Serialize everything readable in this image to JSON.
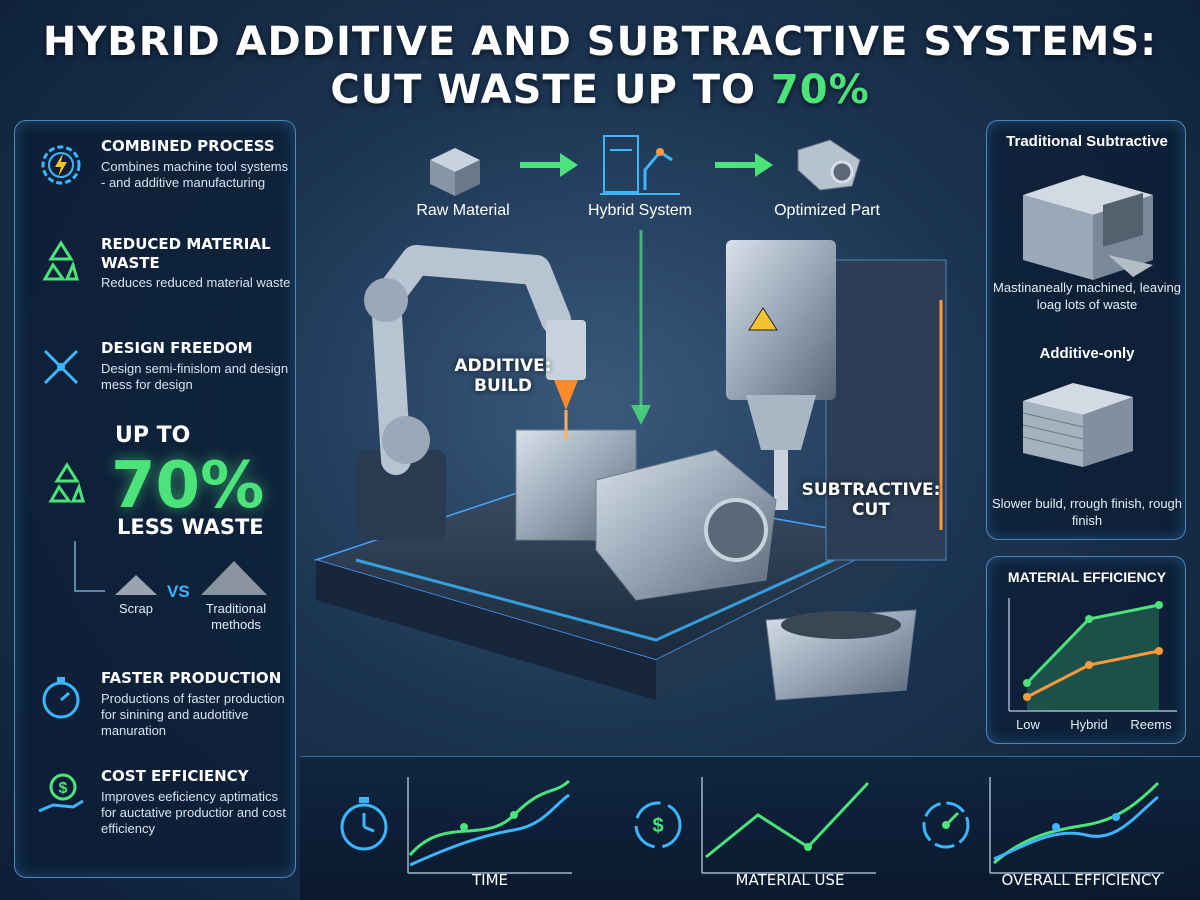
{
  "title": {
    "line1": "HYBRID ADDITIVE AND SUBTRACTIVE SYSTEMS:",
    "line2_prefix": "CUT WASTE UP TO ",
    "line2_accent": "70%"
  },
  "colors": {
    "accent_green": "#4be37a",
    "accent_blue": "#3bb6ff",
    "accent_orange": "#ff9a3c",
    "panel_border": "#4f86b8"
  },
  "features": [
    {
      "icon": "gear-lightning-icon",
      "title": "COMBINED PROCESS",
      "desc": "Combines machine tool systems - and additive manufacturing"
    },
    {
      "icon": "recycle-icon",
      "title": "REDUCED MATERIAL WASTE",
      "desc": "Reduces reduced material waste"
    },
    {
      "icon": "design-tools-icon",
      "title": "DESIGN FREEDOM",
      "desc": "Design semi-finislom and design mess for design"
    },
    {
      "icon": "stopwatch-icon",
      "title": "FASTER PRODUCTION",
      "desc": "Productions of faster production for sinining and audotitive manuration"
    },
    {
      "icon": "hand-dollar-icon",
      "title": "COST EFFICIENCY",
      "desc": "Improves eeficiency aptimatics for auctative productior and cost efficiency"
    }
  ],
  "big_stat": {
    "up_to": "UP TO",
    "percent": "70%",
    "less_waste": "LESS WASTE",
    "scrap_label": "Scrap",
    "vs": "VS",
    "traditional_label": "Traditional methods"
  },
  "process_flow": [
    {
      "icon": "raw-material-cube-icon",
      "label": "Raw Material"
    },
    {
      "icon": "hybrid-system-icon",
      "label": "Hybrid System"
    },
    {
      "icon": "optimized-part-icon",
      "label": "Optimized Part"
    }
  ],
  "machine_labels": {
    "additive": "ADDITIVE: BUILD",
    "subtractive": "SUBTRACTIVE: CUT"
  },
  "comparison": {
    "traditional": {
      "heading": "Traditional Subtractive",
      "text": "Mastinaneally machined, leaving loag lots of waste"
    },
    "additive_only": {
      "heading": "Additive-only",
      "text": "Slower build, rrough finish, rough finish"
    }
  },
  "material_efficiency_chart": {
    "title": "MATERIAL EFFICIENCY",
    "categories": [
      "Low",
      "Hybrid",
      "Reems"
    ]
  },
  "bottom_charts": [
    {
      "icon": "stopwatch-icon",
      "label": "TIME"
    },
    {
      "icon": "dollar-recycle-icon",
      "label": "MATERIAL USE"
    },
    {
      "icon": "gauge-icon",
      "label": "OVERALL EFFICIENCY"
    }
  ]
}
